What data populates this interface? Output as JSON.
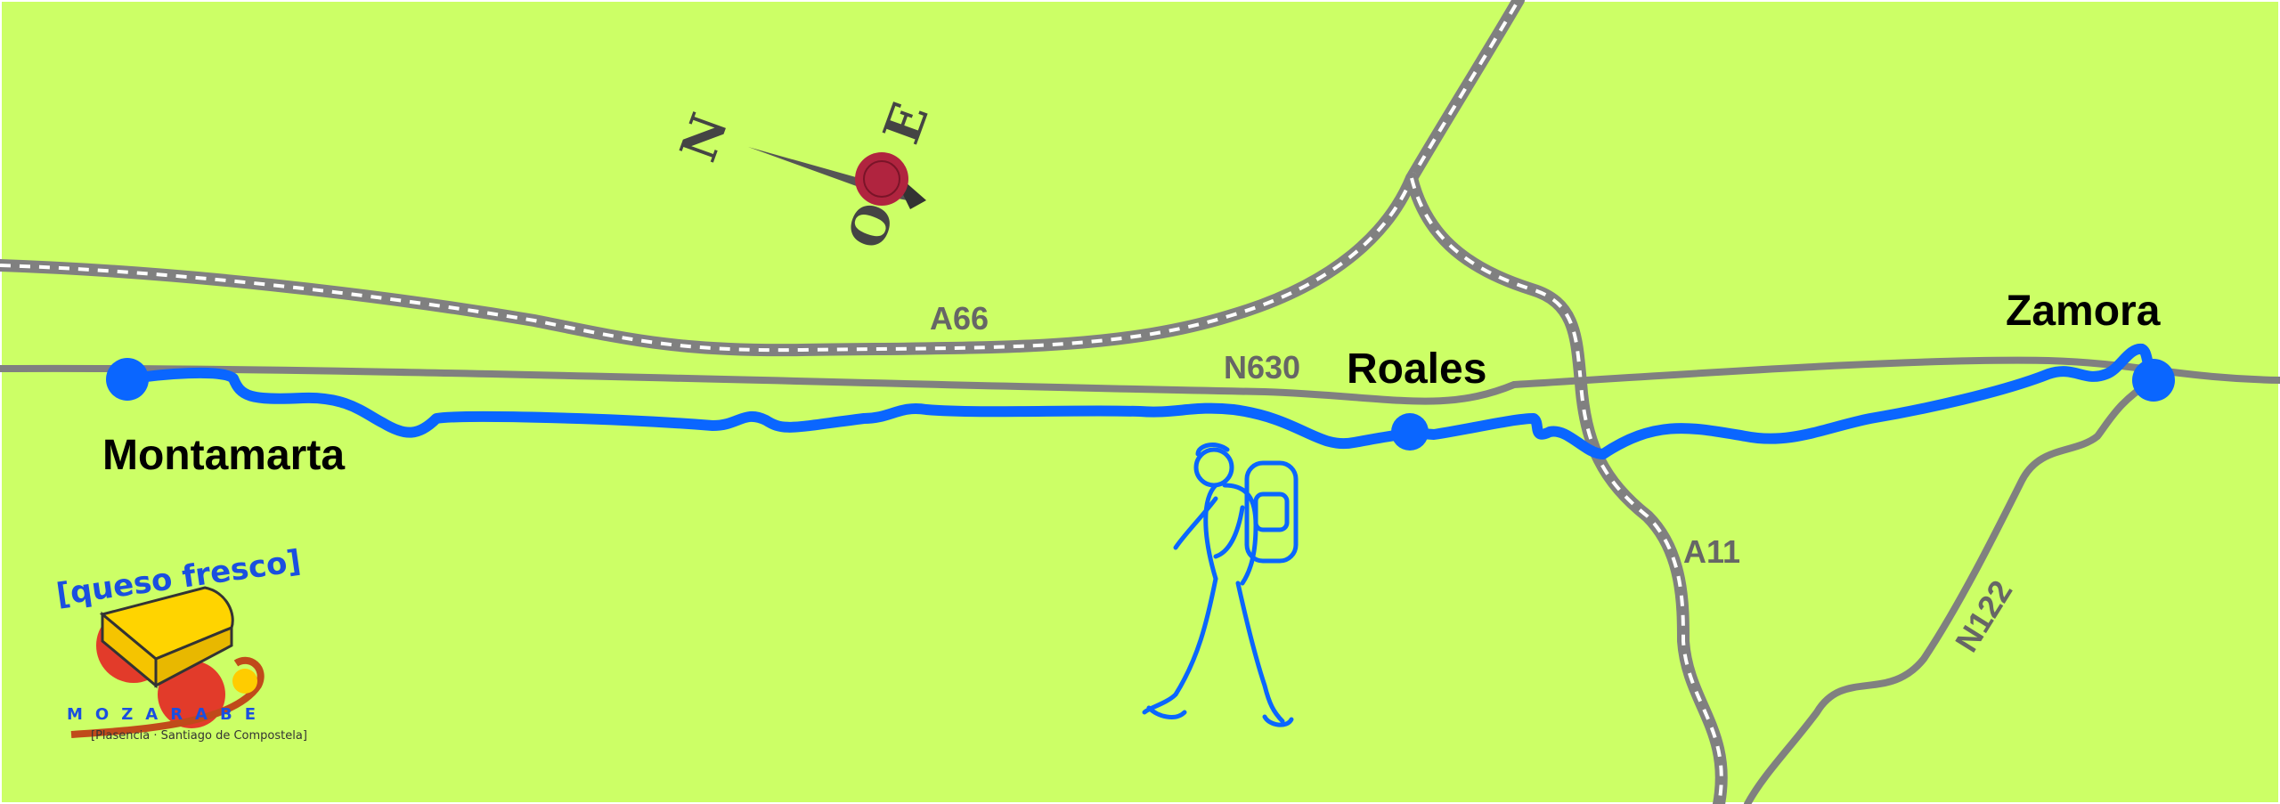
{
  "colors": {
    "background": "#ccff66",
    "route": "#0a66ff",
    "road": "#808080",
    "motorway_dash": "#ffffff",
    "town_label": "#000000",
    "road_label": "#666666",
    "compass_seal": "#b0243f"
  },
  "towns": [
    {
      "name": "Montamarta"
    },
    {
      "name": "Roales"
    },
    {
      "name": "Zamora"
    }
  ],
  "roads": [
    {
      "name": "A66",
      "kind": "motorway"
    },
    {
      "name": "N630",
      "kind": "national"
    },
    {
      "name": "A11",
      "kind": "motorway"
    },
    {
      "name": "N122",
      "kind": "national"
    }
  ],
  "compass": {
    "north": "N",
    "east": "E",
    "west": "O",
    "icon": "compass-rose-icon"
  },
  "hiker": {
    "icon": "hiker-with-backpack-icon"
  },
  "logo": {
    "title": "[queso fresco]",
    "subtitle": "MOZARABE",
    "tagline": "[Plasencia · Santiago de Compostela]",
    "icon": "cheese-wedge-icon"
  }
}
